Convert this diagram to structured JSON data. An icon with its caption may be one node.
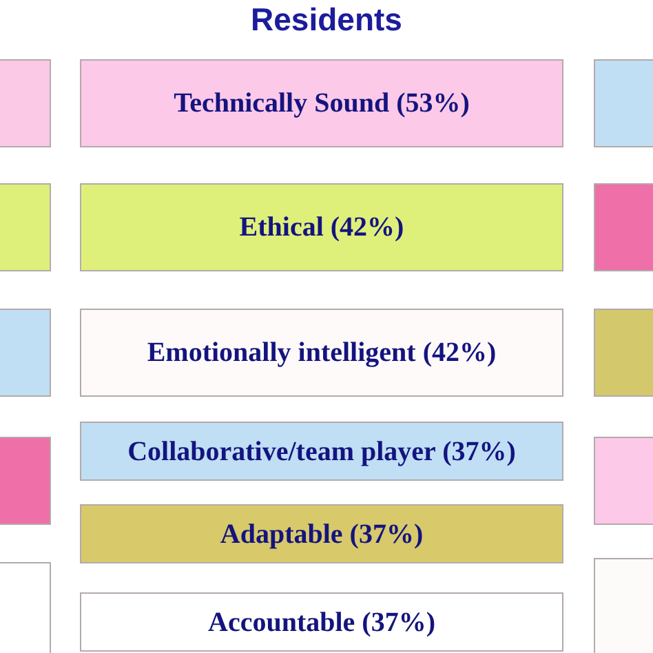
{
  "diagram": {
    "title": "Residents",
    "nodes": [
      {
        "text": [],
        "shape": "box"
      },
      {
        "text": [
          "Technically Sound (53%)"
        ]
      },
      {
        "text": [],
        "shape": "box"
      },
      {
        "text": [],
        "shape": "box"
      },
      {
        "text": [
          "Ethical (42%)"
        ]
      },
      {
        "text": [],
        "shape": "box"
      },
      {
        "text": [],
        "shape": "box"
      },
      {
        "text": [
          "Emotionally intelligent (42%)"
        ]
      },
      {
        "text": [],
        "shape": "box"
      },
      {
        "text": [
          "Collaborative/team player (37%)"
        ]
      },
      {
        "text": [],
        "shape": "box"
      },
      {
        "text": [],
        "shape": "box"
      },
      {
        "text": [
          "Adaptable (37%)"
        ]
      },
      {
        "text": [],
        "shape": "box"
      },
      {
        "text": [],
        "shape": "box"
      },
      {
        "text": [
          "Accountable (37%)"
        ]
      }
    ]
  }
}
